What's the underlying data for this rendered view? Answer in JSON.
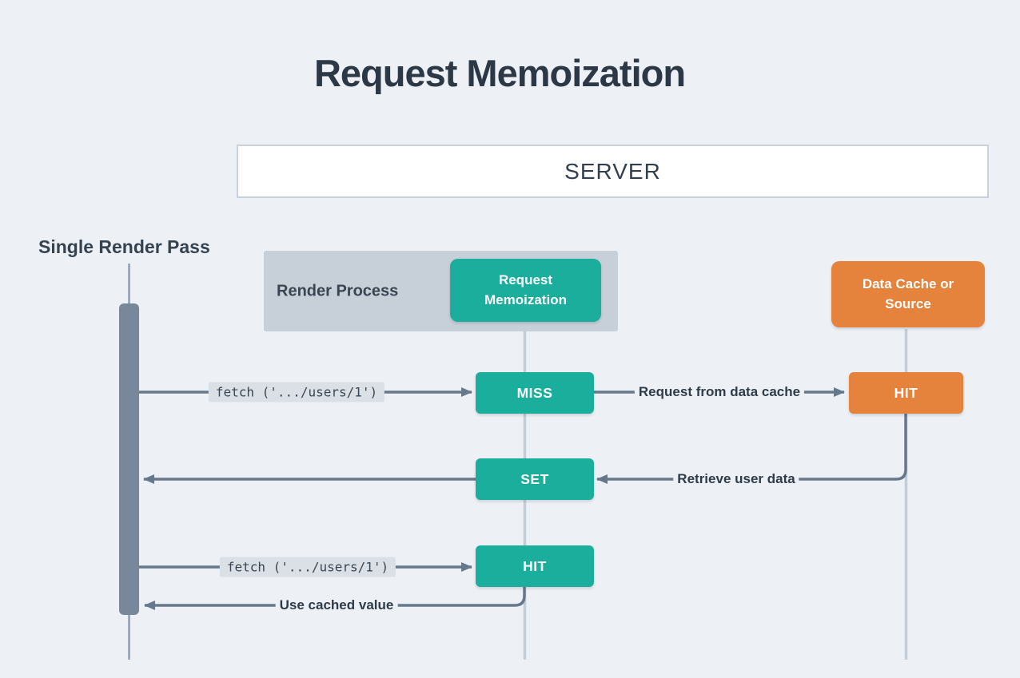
{
  "diagram": {
    "title": "Request Memoization",
    "server": {
      "label": "SERVER"
    },
    "lifeline": {
      "label": "Single Render Pass"
    },
    "render_process": {
      "label": "Render Process",
      "memo_box": "Request Memoization"
    },
    "data_cache": {
      "label": "Data Cache or Source"
    },
    "nodes": {
      "miss": "MISS",
      "set": "SET",
      "hit_memo": "HIT",
      "hit_cache": "HIT"
    },
    "edges": {
      "fetch_first": "fetch ('.../users/1')",
      "request_from_data_cache": "Request from data cache",
      "retrieve_user_data": "Retrieve user data",
      "fetch_second": "fetch ('.../users/1')",
      "use_cached_value": "Use cached value"
    },
    "colors": {
      "teal": "#1BAE9C",
      "orange": "#E5823B",
      "arrow_slate": "#66788C",
      "lifeline_bar": "#78889B",
      "lifeline_light": "#C4CDD6",
      "panel_gray": "#C7CFD8",
      "background": "#EDF1F5",
      "text_dark": "#2F3B48",
      "code_bg": "#DBE0E6"
    }
  }
}
